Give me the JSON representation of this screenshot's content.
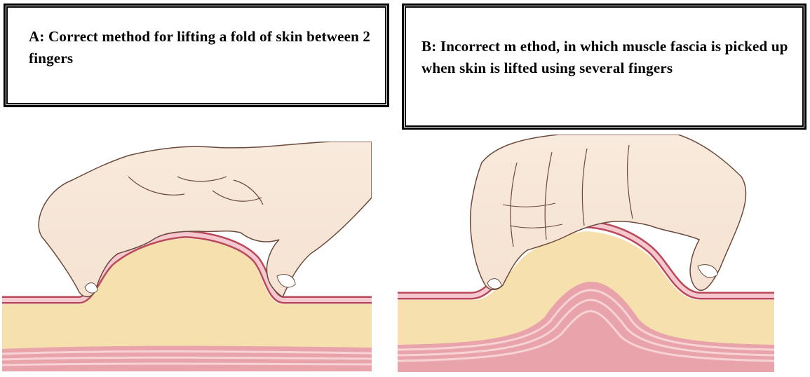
{
  "captions": {
    "a": "A: Correct method for  lifting a fold of skin  between 2 fingers",
    "b": "B: Incorrect m ethod, in which muscle fascia is picked up when skin  is lifted using several fingers"
  },
  "colors": {
    "skin_line": "#b84a5a",
    "skin_fill": "#f5c9cf",
    "fat": "#f6e0ae",
    "muscle": "#e9a3ab",
    "muscle_light": "#f7d3d6",
    "hand": "#f9ecdf",
    "hand_line": "#6b4a3e",
    "nail": "#ffffff"
  },
  "icons": {
    "panel_a": "skin-fold-two-fingers-illustration",
    "panel_b": "skin-fold-several-fingers-illustration"
  }
}
